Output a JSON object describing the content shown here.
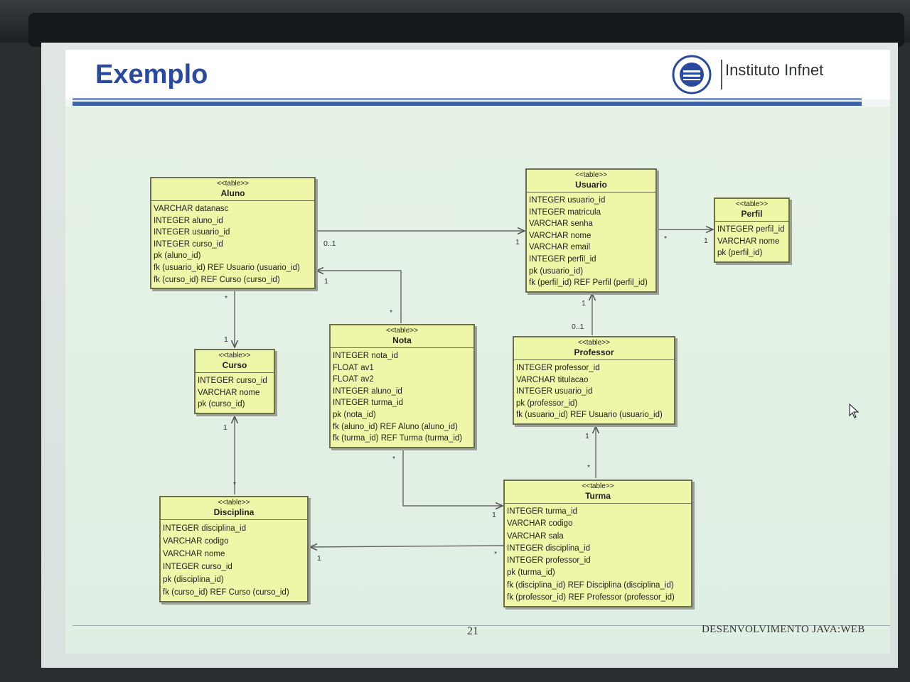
{
  "slide": {
    "title": "Exemplo",
    "brand": "Instituto Infnet",
    "page_number": "21",
    "footer": "DESENVOLVIMENTO JAVA:WEB"
  },
  "tables": {
    "aluno": {
      "stereotype": "<<table>>",
      "name": "Aluno",
      "rows": [
        "VARCHAR datanasc",
        "INTEGER aluno_id",
        "INTEGER usuario_id",
        "INTEGER curso_id",
        "pk (aluno_id)",
        "fk (usuario_id) REF Usuario (usuario_id)",
        "fk (curso_id) REF Curso (curso_id)"
      ]
    },
    "usuario": {
      "stereotype": "<<table>>",
      "name": "Usuario",
      "rows": [
        "INTEGER usuario_id",
        "INTEGER matricula",
        "VARCHAR senha",
        "VARCHAR nome",
        "VARCHAR email",
        "INTEGER perfil_id",
        "pk (usuario_id)",
        "fk (perfil_id) REF Perfil (perfil_id)"
      ]
    },
    "perfil": {
      "stereotype": "<<table>>",
      "name": "Perfil",
      "rows": [
        "INTEGER perfil_id",
        "VARCHAR nome",
        "pk (perfil_id)"
      ]
    },
    "curso": {
      "stereotype": "<<table>>",
      "name": "Curso",
      "rows": [
        "INTEGER curso_id",
        "VARCHAR nome",
        "pk (curso_id)"
      ]
    },
    "nota": {
      "stereotype": "<<table>>",
      "name": "Nota",
      "rows": [
        "INTEGER nota_id",
        "FLOAT av1",
        "FLOAT av2",
        "INTEGER aluno_id",
        "INTEGER turma_id",
        "pk (nota_id)",
        "fk (aluno_id) REF Aluno (aluno_id)",
        "fk (turma_id) REF Turma (turma_id)"
      ]
    },
    "professor": {
      "stereotype": "<<table>>",
      "name": "Professor",
      "rows": [
        "INTEGER professor_id",
        "VARCHAR titulacao",
        "INTEGER usuario_id",
        "pk (professor_id)",
        "fk (usuario_id) REF Usuario (usuario_id)"
      ]
    },
    "disciplina": {
      "stereotype": "<<table>>",
      "name": "Disciplina",
      "rows": [
        "INTEGER disciplina_id",
        "VARCHAR codigo",
        "VARCHAR nome",
        "INTEGER curso_id",
        "pk (disciplina_id)",
        "fk (curso_id) REF Curso (curso_id)"
      ]
    },
    "turma": {
      "stereotype": "<<table>>",
      "name": "Turma",
      "rows": [
        "INTEGER turma_id",
        "VARCHAR codigo",
        "VARCHAR sala",
        "INTEGER disciplina_id",
        "INTEGER professor_id",
        "pk (turma_id)",
        "fk (disciplina_id) REF Disciplina (disciplina_id)",
        "fk (professor_id) REF Professor (professor_id)"
      ]
    }
  },
  "multiplicities": {
    "aluno_usuario_src": "0..1",
    "aluno_usuario_dst": "1",
    "usuario_perfil_src": "*",
    "usuario_perfil_dst": "1",
    "aluno_curso_src": "*",
    "aluno_curso_dst": "1",
    "nota_aluno_src": "*",
    "nota_aluno_dst": "1",
    "professor_usuario_src": "0..1",
    "professor_usuario_dst": "1",
    "disciplina_curso_src": "*",
    "disciplina_curso_dst": "1",
    "nota_turma_src": "*",
    "nota_turma_dst": "1",
    "turma_professor_src": "*",
    "turma_professor_dst": "1",
    "turma_disciplina_src": "*",
    "turma_disciplina_dst": "1"
  },
  "icons": {
    "logo": "institute-seal-icon",
    "cursor": "mouse-cursor-icon"
  }
}
